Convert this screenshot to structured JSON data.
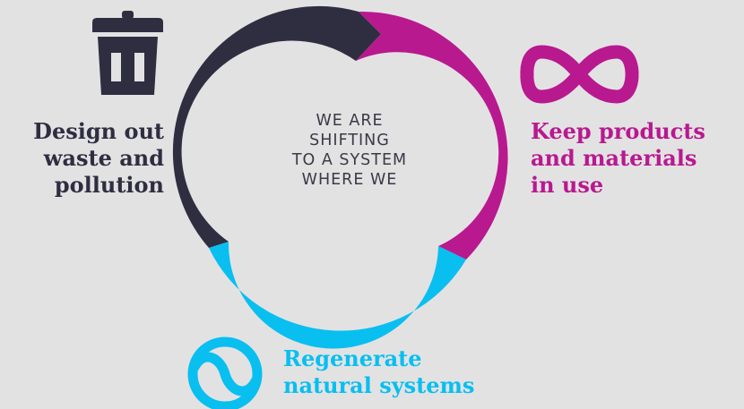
{
  "colors": {
    "background": "#e3e2e3",
    "dark": "#2f2e41",
    "magenta": "#b8198f",
    "cyan": "#08bff0",
    "center_text": "#3a3a47"
  },
  "center": {
    "lines": [
      "WE ARE",
      "SHIFTING",
      "TO A SYSTEM",
      "WHERE WE"
    ]
  },
  "principles": [
    {
      "id": "design-out",
      "lines": [
        "Design out",
        "waste and",
        "pollution"
      ],
      "color": "#2f2e41",
      "icon": "trash-bin-icon"
    },
    {
      "id": "keep-in-use",
      "lines": [
        "Keep products",
        "and materials",
        "in use"
      ],
      "color": "#b8198f",
      "icon": "infinity-icon"
    },
    {
      "id": "regenerate",
      "lines": [
        "Regenerate",
        "natural systems"
      ],
      "color": "#08bff0",
      "icon": "wave-circle-icon"
    }
  ]
}
